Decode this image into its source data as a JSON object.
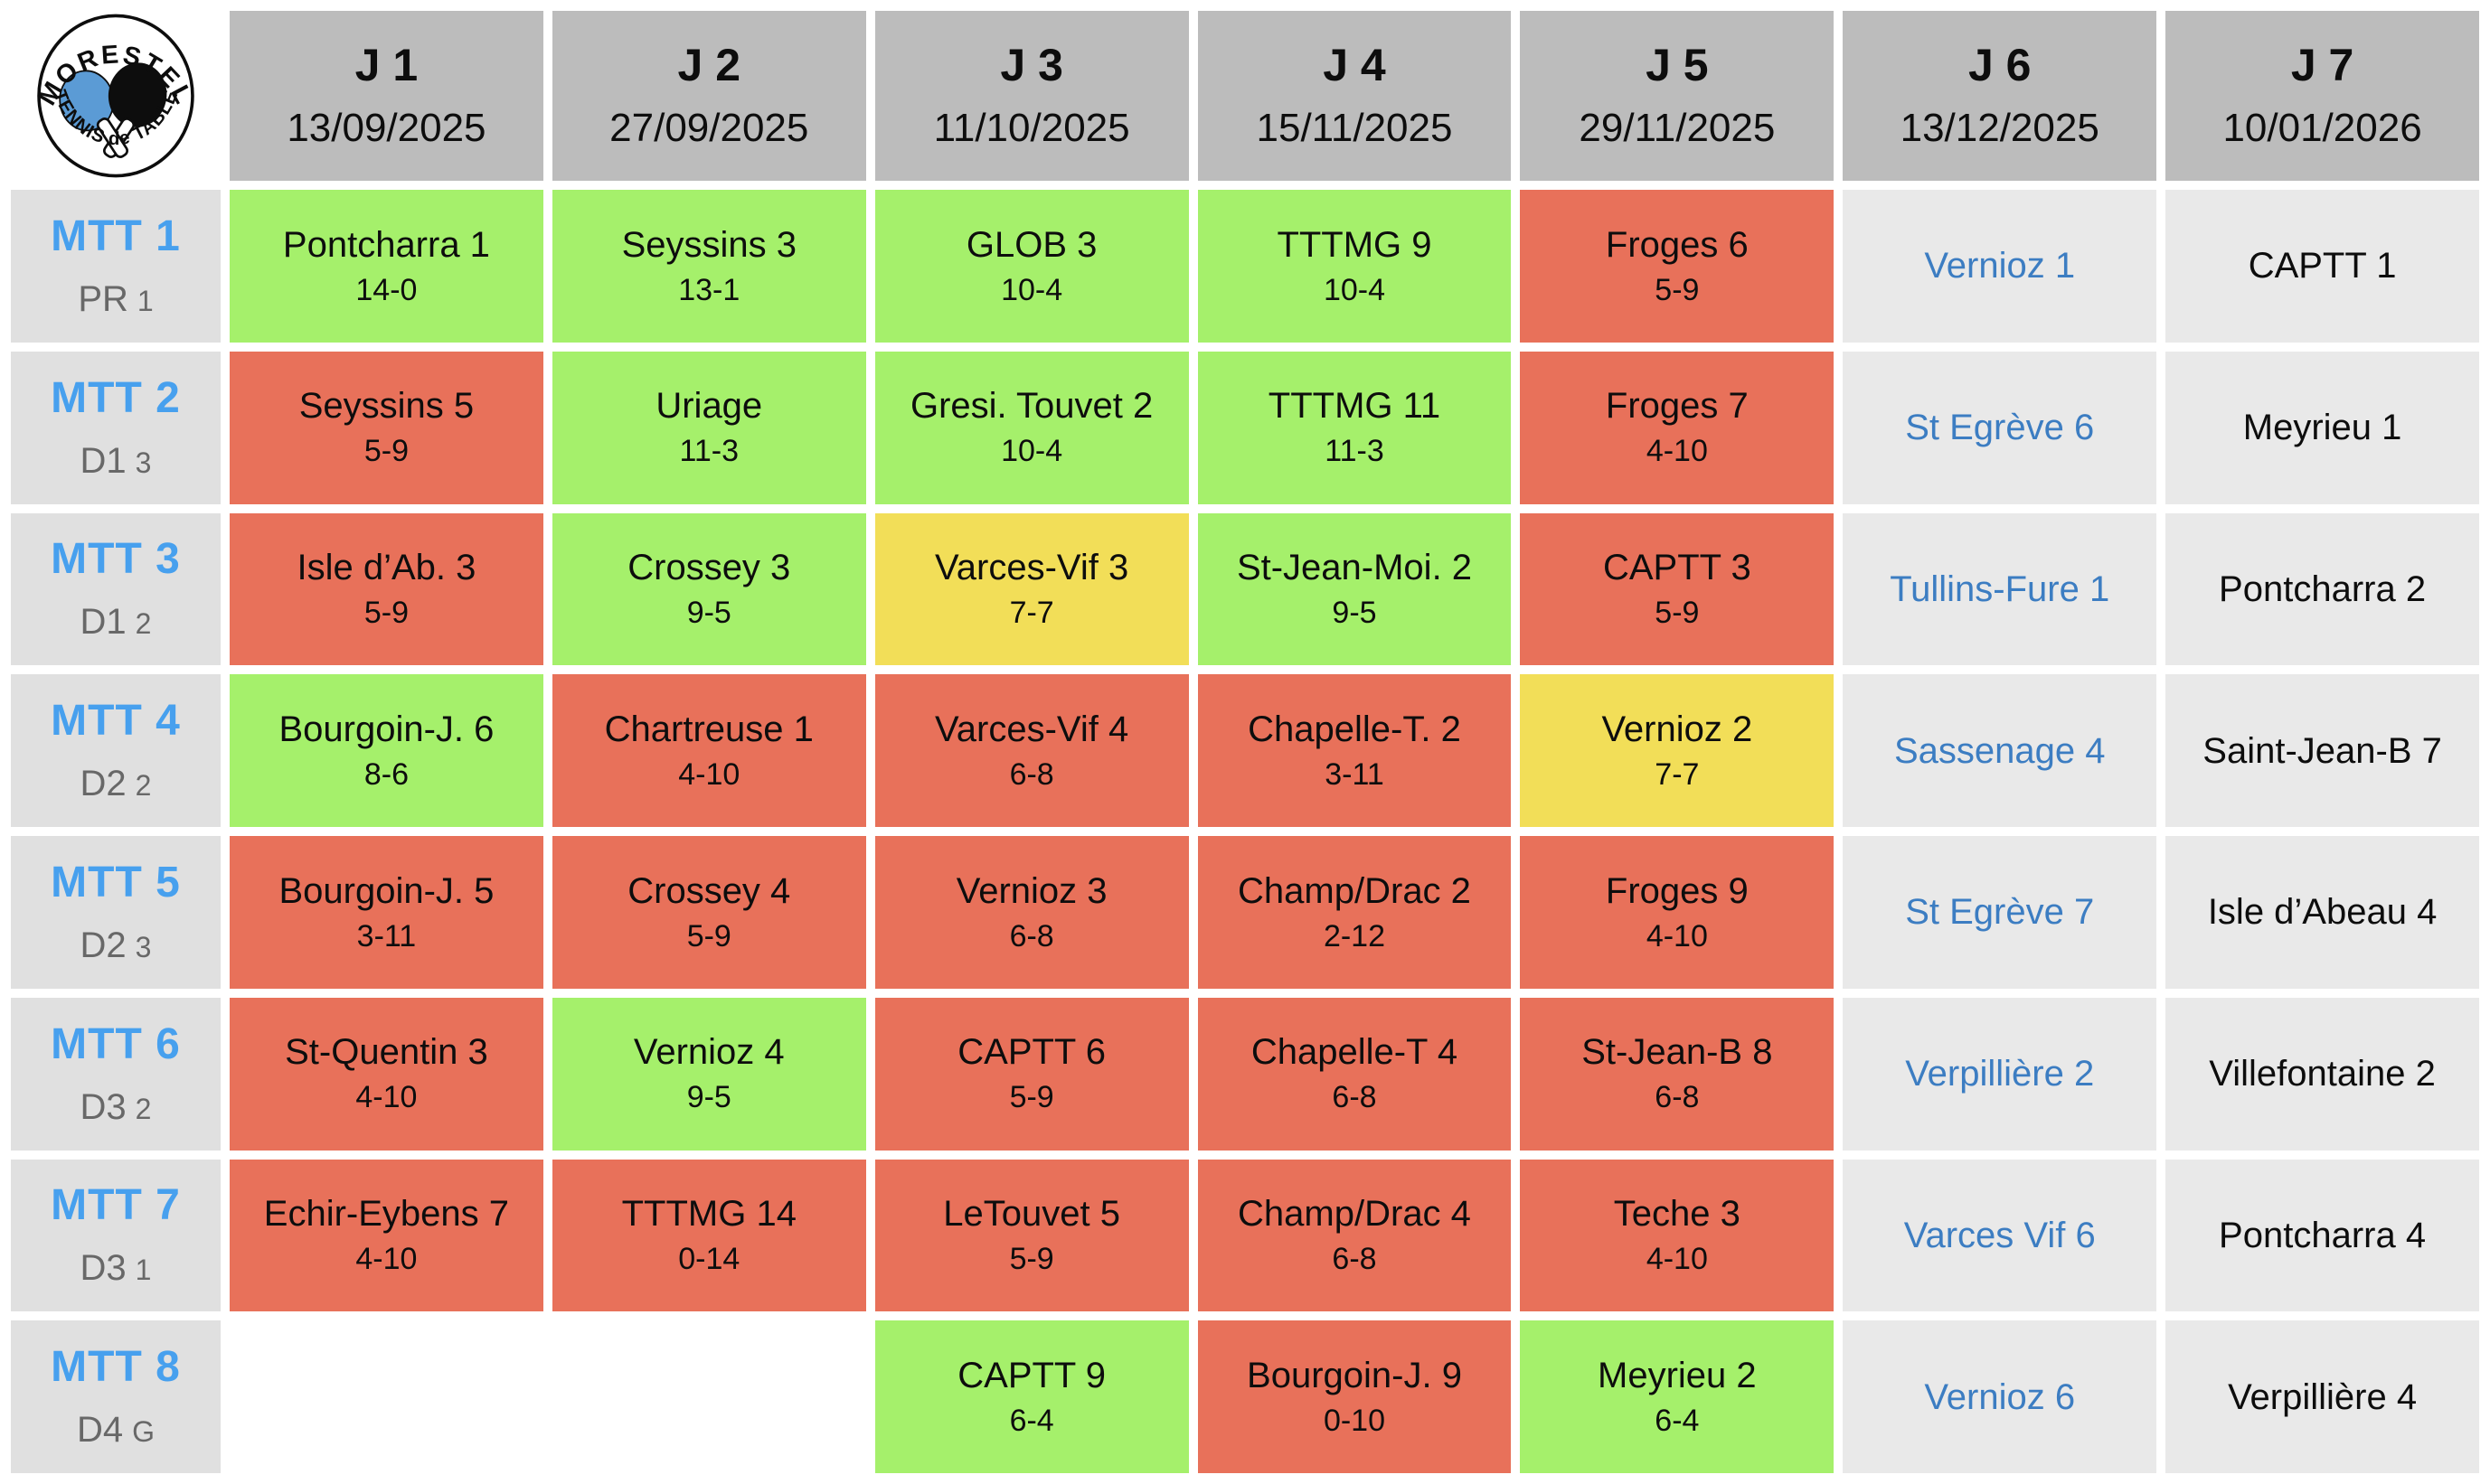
{
  "logo": {
    "top": "MORESTEL",
    "bottom": "TENNIS de TABLE"
  },
  "colors": {
    "win_green": "#a5f06b",
    "loss_red": "#e8715a",
    "draw_yellow": "#f2de58",
    "header_gray": "#bcbcbc",
    "label_gray": "#e0e0e0",
    "future_gray": "#e9e9e9",
    "team_blue": "#47a0ee",
    "future_blue": "#3c7dc2",
    "paddle_blue": "#5b9bd5"
  },
  "columns": [
    {
      "label": "J 1",
      "date": "13/09/2025"
    },
    {
      "label": "J 2",
      "date": "27/09/2025"
    },
    {
      "label": "J 3",
      "date": "11/10/2025"
    },
    {
      "label": "J 4",
      "date": "15/11/2025"
    },
    {
      "label": "J 5",
      "date": "29/11/2025"
    },
    {
      "label": "J 6",
      "date": "13/12/2025"
    },
    {
      "label": "J 7",
      "date": "10/01/2026"
    }
  ],
  "rows": [
    {
      "team": "MTT 1",
      "division": "PR",
      "group": "1",
      "results": [
        {
          "opponent": "Pontcharra 1",
          "score": "14-0",
          "outcome": "win"
        },
        {
          "opponent": "Seyssins 3",
          "score": "13-1",
          "outcome": "win"
        },
        {
          "opponent": "GLOB 3",
          "score": "10-4",
          "outcome": "win"
        },
        {
          "opponent": "TTTMG 9",
          "score": "10-4",
          "outcome": "win"
        },
        {
          "opponent": "Froges 6",
          "score": "5-9",
          "outcome": "loss"
        }
      ],
      "j6": "Vernioz 1",
      "j7": "CAPTT 1"
    },
    {
      "team": "MTT 2",
      "division": "D1",
      "group": "3",
      "results": [
        {
          "opponent": "Seyssins 5",
          "score": "5-9",
          "outcome": "loss"
        },
        {
          "opponent": "Uriage",
          "score": "11-3",
          "outcome": "win"
        },
        {
          "opponent": "Gresi. Touvet 2",
          "score": "10-4",
          "outcome": "win"
        },
        {
          "opponent": "TTTMG 11",
          "score": "11-3",
          "outcome": "win"
        },
        {
          "opponent": "Froges 7",
          "score": "4-10",
          "outcome": "loss"
        }
      ],
      "j6": "St Egrève 6",
      "j7": "Meyrieu 1"
    },
    {
      "team": "MTT 3",
      "division": "D1",
      "group": "2",
      "results": [
        {
          "opponent": "Isle d’Ab. 3",
          "score": "5-9",
          "outcome": "loss"
        },
        {
          "opponent": "Crossey 3",
          "score": "9-5",
          "outcome": "win"
        },
        {
          "opponent": "Varces-Vif 3",
          "score": "7-7",
          "outcome": "draw"
        },
        {
          "opponent": "St-Jean-Moi. 2",
          "score": "9-5",
          "outcome": "win"
        },
        {
          "opponent": "CAPTT 3",
          "score": "5-9",
          "outcome": "loss"
        }
      ],
      "j6": "Tullins-Fure 1",
      "j7": "Pontcharra 2"
    },
    {
      "team": "MTT 4",
      "division": "D2",
      "group": "2",
      "results": [
        {
          "opponent": "Bourgoin-J. 6",
          "score": "8-6",
          "outcome": "win"
        },
        {
          "opponent": "Chartreuse 1",
          "score": "4-10",
          "outcome": "loss"
        },
        {
          "opponent": "Varces-Vif 4",
          "score": "6-8",
          "outcome": "loss"
        },
        {
          "opponent": "Chapelle-T. 2",
          "score": "3-11",
          "outcome": "loss"
        },
        {
          "opponent": "Vernioz 2",
          "score": "7-7",
          "outcome": "draw"
        }
      ],
      "j6": "Sassenage 4",
      "j7": "Saint-Jean-B 7"
    },
    {
      "team": "MTT 5",
      "division": "D2",
      "group": "3",
      "results": [
        {
          "opponent": "Bourgoin-J. 5",
          "score": "3-11",
          "outcome": "loss"
        },
        {
          "opponent": "Crossey 4",
          "score": "5-9",
          "outcome": "loss"
        },
        {
          "opponent": "Vernioz 3",
          "score": "6-8",
          "outcome": "loss"
        },
        {
          "opponent": "Champ/Drac 2",
          "score": "2-12",
          "outcome": "loss"
        },
        {
          "opponent": "Froges 9",
          "score": "4-10",
          "outcome": "loss"
        }
      ],
      "j6": "St Egrève 7",
      "j7": "Isle d’Abeau 4"
    },
    {
      "team": "MTT 6",
      "division": "D3",
      "group": "2",
      "results": [
        {
          "opponent": "St-Quentin 3",
          "score": "4-10",
          "outcome": "loss"
        },
        {
          "opponent": "Vernioz 4",
          "score": "9-5",
          "outcome": "win"
        },
        {
          "opponent": "CAPTT 6",
          "score": "5-9",
          "outcome": "loss"
        },
        {
          "opponent": "Chapelle-T 4",
          "score": "6-8",
          "outcome": "loss"
        },
        {
          "opponent": "St-Jean-B 8",
          "score": "6-8",
          "outcome": "loss"
        }
      ],
      "j6": "Verpillière 2",
      "j7": "Villefontaine 2"
    },
    {
      "team": "MTT 7",
      "division": "D3",
      "group": "1",
      "results": [
        {
          "opponent": "Echir-Eybens 7",
          "score": "4-10",
          "outcome": "loss"
        },
        {
          "opponent": "TTTMG 14",
          "score": "0-14",
          "outcome": "loss"
        },
        {
          "opponent": "LeTouvet 5",
          "score": "5-9",
          "outcome": "loss"
        },
        {
          "opponent": "Champ/Drac 4",
          "score": "6-8",
          "outcome": "loss"
        },
        {
          "opponent": "Teche 3",
          "score": "4-10",
          "outcome": "loss"
        }
      ],
      "j6": "Varces Vif 6",
      "j7": "Pontcharra 4"
    },
    {
      "team": "MTT 8",
      "division": "D4",
      "group": "G",
      "results": [
        null,
        null,
        {
          "opponent": "CAPTT 9",
          "score": "6-4",
          "outcome": "win"
        },
        {
          "opponent": "Bourgoin-J. 9",
          "score": "0-10",
          "outcome": "loss"
        },
        {
          "opponent": "Meyrieu 2",
          "score": "6-4",
          "outcome": "win"
        }
      ],
      "j6": "Vernioz 6",
      "j7": "Verpillière 4"
    }
  ]
}
